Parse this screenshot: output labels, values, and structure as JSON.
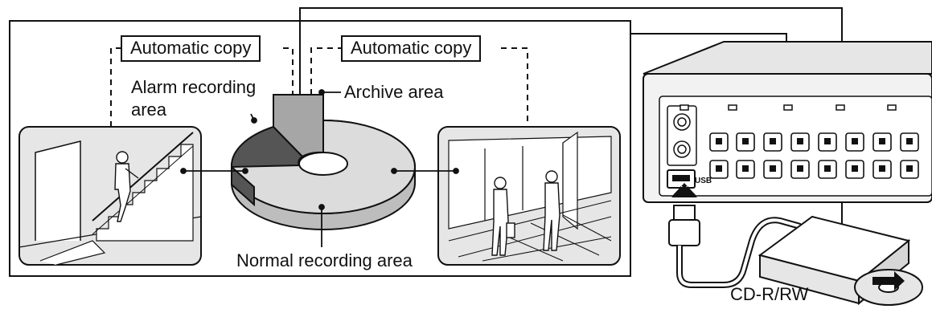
{
  "labels": {
    "automatic_copy_1": "Automatic copy",
    "automatic_copy_2": "Automatic copy",
    "alarm_area_line1": "Alarm recording",
    "alarm_area_line2": "area",
    "archive_area": "Archive area",
    "normal_area": "Normal recording area",
    "usb": "USB",
    "cdrw": "CD-R/RW"
  },
  "colors": {
    "line": "#111111",
    "panel_fill": "#e6e6e6",
    "alarm_sector": "#555555",
    "archive_sector": "#a6a6a6",
    "normal_sector": "#dcdcdc",
    "device_fill": "#f2f2f2"
  },
  "icons": [
    "staircase-scene-icon",
    "disk-pie-icon",
    "hallway-scene-icon",
    "recorder-device-icon",
    "cd-drive-icon",
    "cd-disc-icon",
    "usb-cable-icon"
  ]
}
